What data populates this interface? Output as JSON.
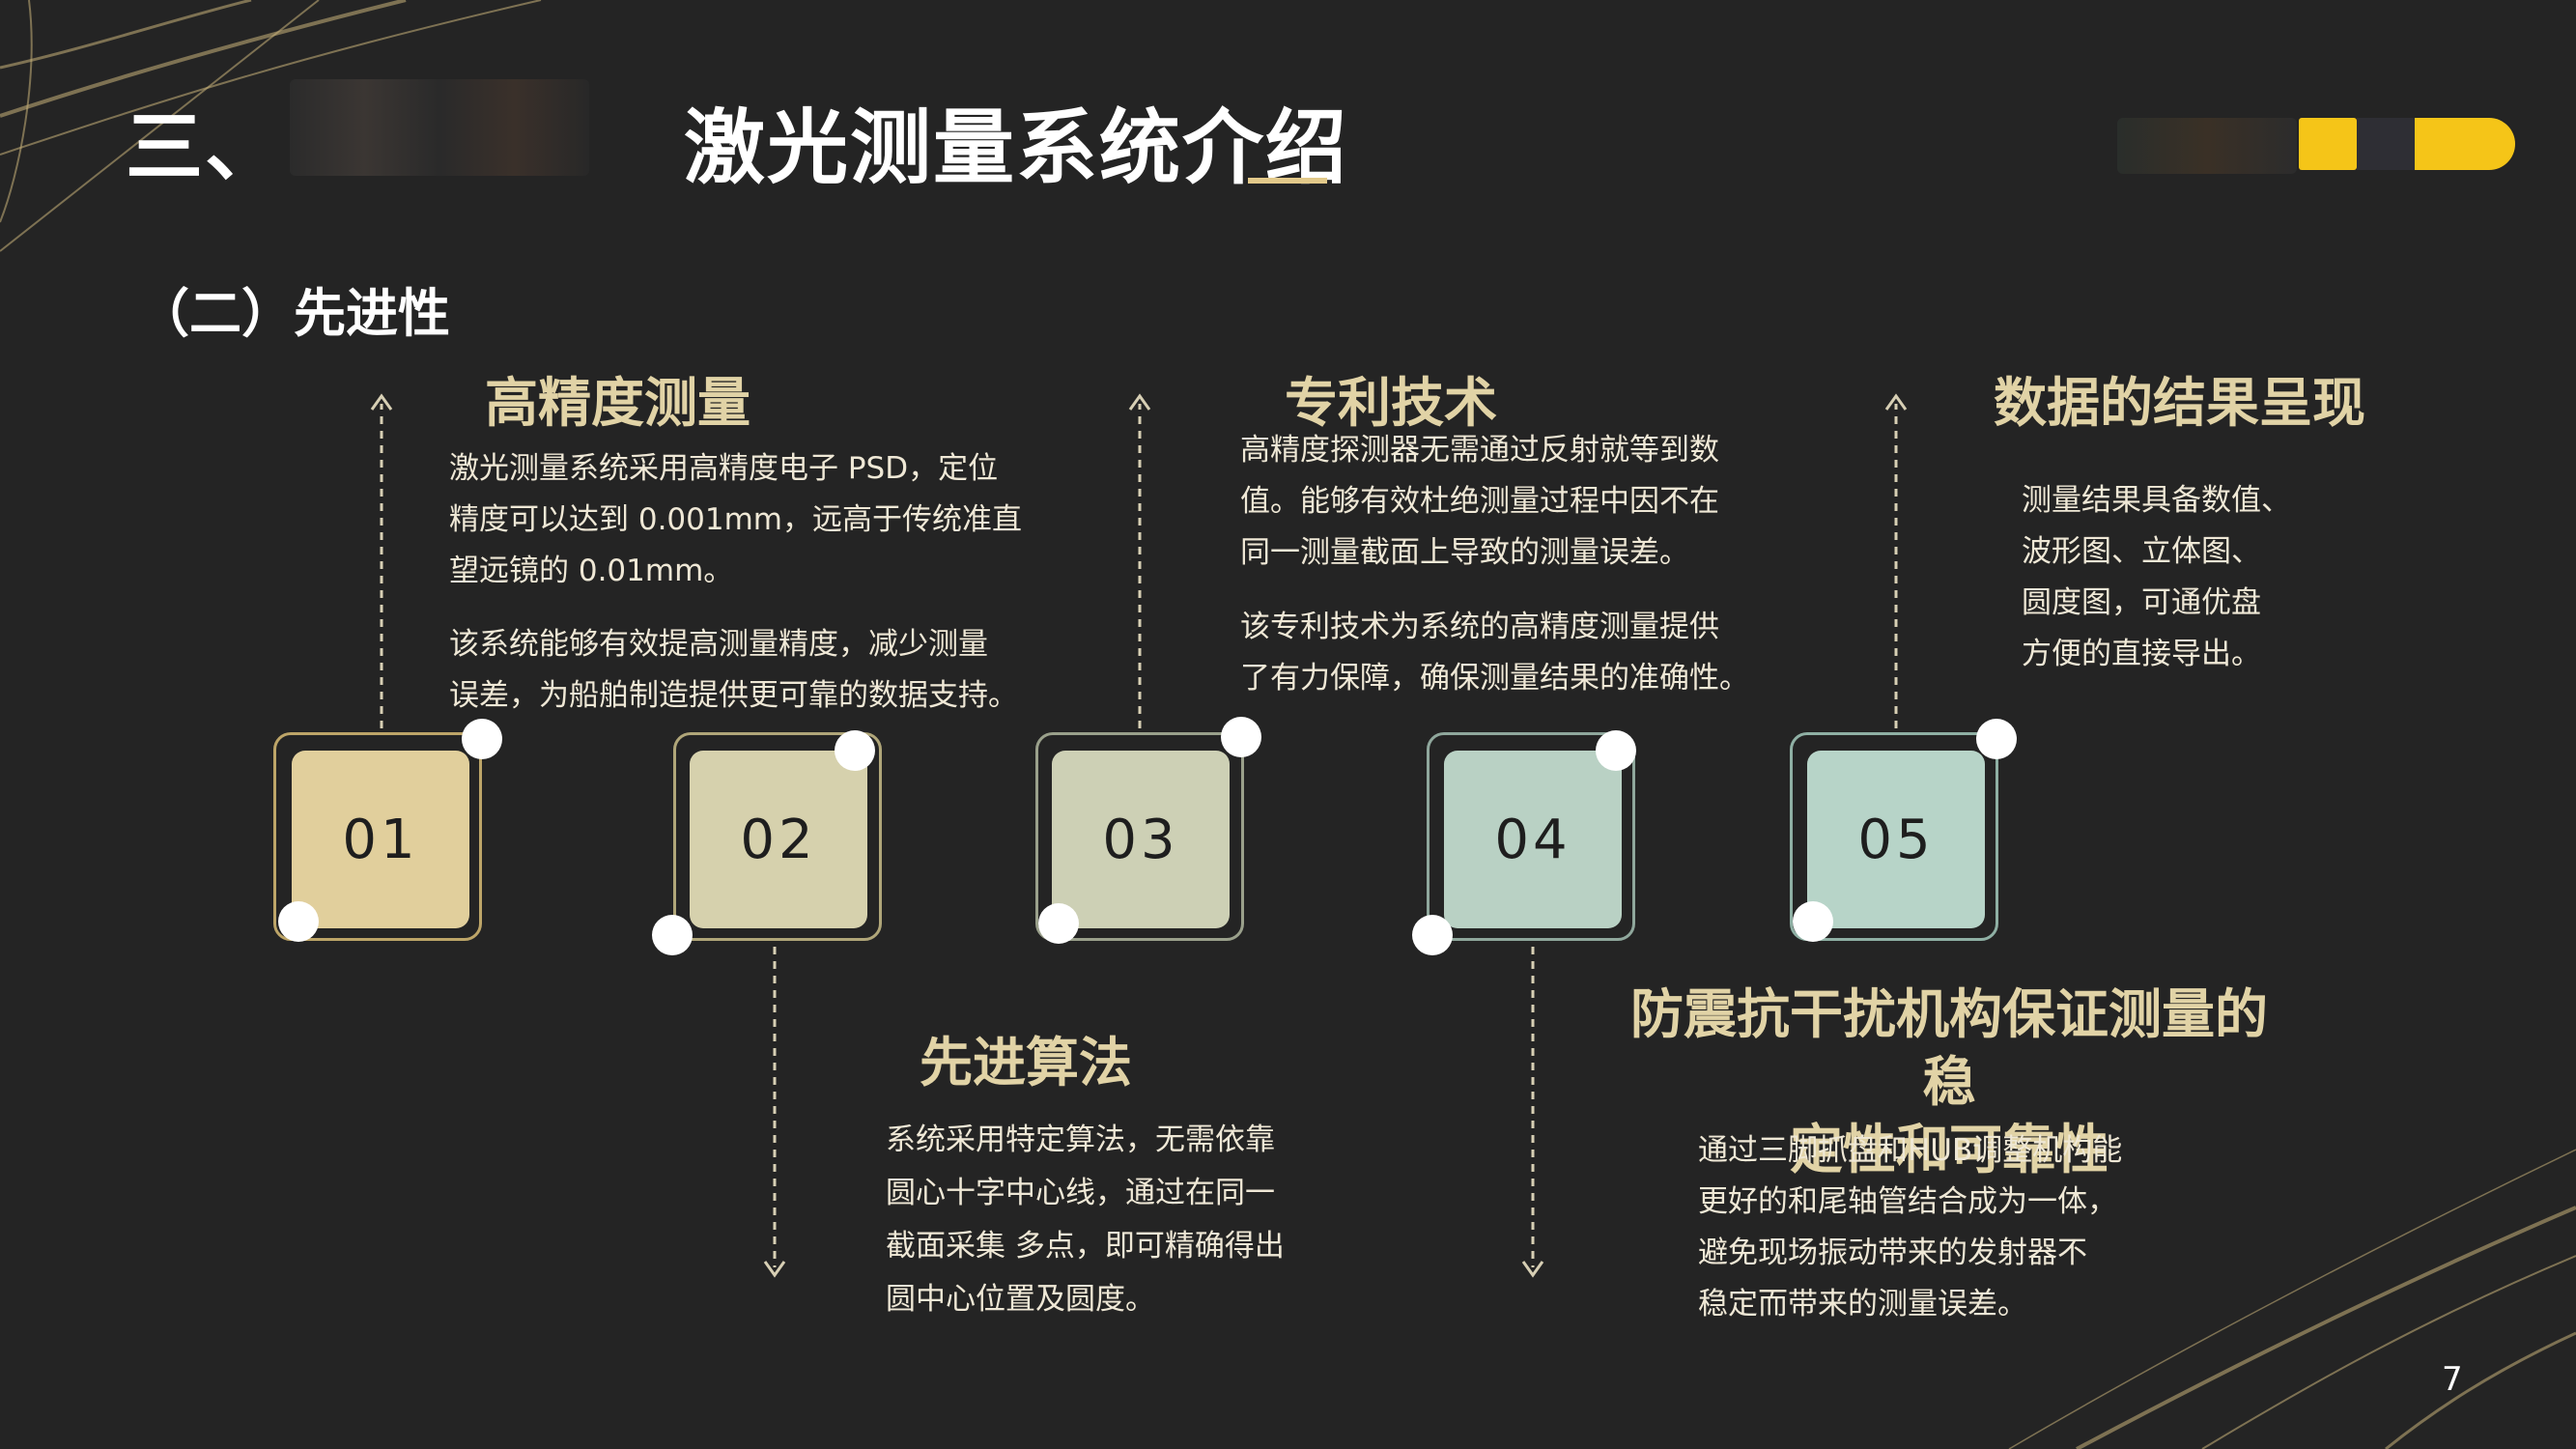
{
  "slide": {
    "title_prefix": "三、",
    "title_main": "激光测量系统介绍",
    "subtitle": "（二）先进性",
    "page_number": "7"
  },
  "steps": [
    {
      "number": "01",
      "heading": "高精度测量",
      "paragraphs": [
        [
          "激光测量系统采用高精度电子 PSD，定位",
          "精度可以达到 0.001mm，远高于传统准直",
          "望远镜的 0.01mm。"
        ],
        [
          "该系统能够有效提高测量精度，减少测量",
          "误差，为船舶制造提供更可靠的数据支持。"
        ]
      ]
    },
    {
      "number": "02",
      "heading": "先进算法",
      "paragraphs": [
        [
          "系统采用特定算法，无需依靠",
          "圆心十字中心线，通过在同一",
          "截面采集 多点，即可精确得出",
          "圆中心位置及圆度。"
        ]
      ]
    },
    {
      "number": "03",
      "heading": "专利技术",
      "paragraphs": [
        [
          "高精度探测器无需通过反射就等到数",
          "值。能够有效杜绝测量过程中因不在",
          "同一测量截面上导致的测量误差。"
        ],
        [
          "该专利技术为系统的高精度测量提供",
          "了有力保障，确保测量结果的准确性。"
        ]
      ]
    },
    {
      "number": "04",
      "heading_lines": [
        "防震抗干扰机构保证测量的稳",
        "定性和可靠性"
      ],
      "paragraphs": [
        [
          "通过三脚抓盘和HUB调整机构能",
          "更好的和尾轴管结合成为一体，",
          "避免现场振动带来的发射器不",
          "稳定而带来的测量误差。"
        ]
      ]
    },
    {
      "number": "05",
      "heading": "数据的结果呈现",
      "paragraphs": [
        [
          "测量结果具备数值、",
          "波形图、立体图、",
          "圆度图，可通优盘",
          "方便的直接导出。"
        ]
      ]
    }
  ],
  "colors": {
    "background": "#242424",
    "accent_gold": "#e1d3a6",
    "logo_yellow": "#f5c518",
    "box_fills": [
      "#e1cf9c",
      "#d6d1ad",
      "#cdd0b5",
      "#b9d1c4",
      "#b7d4c8"
    ],
    "box_borders": [
      "#bda568",
      "#b0a679",
      "#9aa08b",
      "#8fa79c",
      "#8fb0a4"
    ]
  }
}
